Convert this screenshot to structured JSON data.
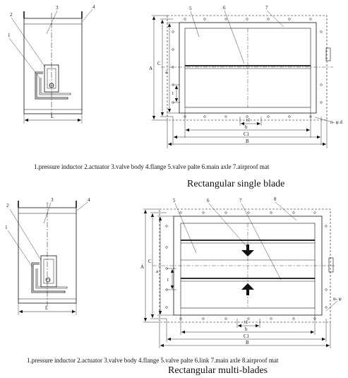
{
  "single": {
    "callouts": [
      "1",
      "2",
      "3",
      "4"
    ],
    "dims": {
      "L": "L",
      "A": "A",
      "C": "C",
      "a": "a",
      "t": "t",
      "t1": "t1",
      "b": "b",
      "C1": "C1",
      "B": "B",
      "nd": "n- φ d"
    },
    "parts": [
      "5",
      "6",
      "7"
    ],
    "legend": "1.pressure inductor  2.actuator  3.valve body  4.flange  5.valve palte  6.main axle  7.airproof mat",
    "title": "Rectangular single blade"
  },
  "multi": {
    "callouts": [
      "2",
      "3",
      "4",
      "1"
    ],
    "dims": {
      "L": "L",
      "A": "A",
      "C": "C",
      "a": "a",
      "t": "t",
      "t1": "t1",
      "b": "b",
      "C1": "C1",
      "B": "B",
      "nd": "n- φ"
    },
    "parts": [
      "5",
      "6",
      "7",
      "8"
    ],
    "legend": "1.pressure inductor  2.actuator  3.valve body  4.flange  5.valve palte  6.link  7.main axle  8.airproof mat",
    "title": "Rectangular multi-blades"
  }
}
